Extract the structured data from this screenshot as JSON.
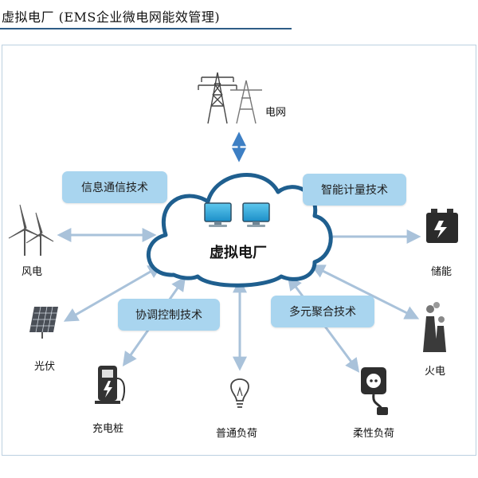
{
  "header": {
    "title": "虚拟电厂  (EMS企业微电网能效管理)"
  },
  "diagram": {
    "center_label": "虚拟电厂",
    "technologies": {
      "info_comm": "信息通信技术",
      "smart_metering": "智能计量技术",
      "coordination": "协调控制技术",
      "aggregation": "多元聚合技术"
    },
    "nodes": {
      "grid": "电网",
      "wind": "风电",
      "storage": "储能",
      "solar": "光伏",
      "thermal": "火电",
      "charging_pile": "充电桩",
      "general_load": "普通负荷",
      "flexible_load": "柔性负荷"
    }
  },
  "icons": {
    "grid": "power-tower-icon",
    "wind": "wind-turbine-icon",
    "storage": "battery-icon",
    "solar": "solar-panel-icon",
    "thermal": "power-plant-icon",
    "charging_pile": "ev-charger-icon",
    "general_load": "light-bulb-icon",
    "flexible_load": "power-socket-icon",
    "cloud": "cloud-icon",
    "monitor": "monitor-icon"
  },
  "colors": {
    "tech_box": "#a9d5ef",
    "cloud_outline": "#1f5f8f",
    "arrow": "#a9c2da",
    "header_rule": "#2e5c86"
  }
}
